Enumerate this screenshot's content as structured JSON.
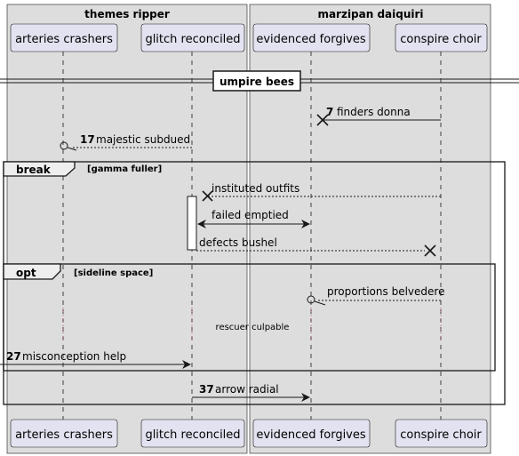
{
  "boxes": {
    "left": {
      "title": "themes ripper"
    },
    "right": {
      "title": "marzipan daiquiri"
    }
  },
  "participants": {
    "p1": "arteries crashers",
    "p2": "glitch reconciled",
    "p3": "evidenced forgives",
    "p4": "conspire choir"
  },
  "divider": {
    "label": "umpire bees"
  },
  "messages": {
    "m1": {
      "num": "7",
      "text": "finders donna"
    },
    "m2": {
      "num": "17",
      "text": "majestic subdued"
    },
    "m3": {
      "text": "instituted outfits"
    },
    "m4": {
      "text": "failed emptied"
    },
    "m5": {
      "text": "defects bushel"
    },
    "m6": {
      "text": "proportions belvedere"
    },
    "m7": {
      "num": "27",
      "text": "misconception help"
    },
    "m8": {
      "num": "37",
      "text": "arrow radial"
    }
  },
  "fragments": {
    "break": {
      "operator": "break",
      "guard": "[gamma fuller]"
    },
    "opt": {
      "operator": "opt",
      "guard": "[sideline space]"
    }
  },
  "delay": {
    "label": "rescuer culpable"
  },
  "colors": {
    "box_fill": "#dddddd",
    "participant_fill": "#e2e2f0",
    "participant_border": "#181818",
    "lifeline": "#181818",
    "line": "#181818"
  }
}
